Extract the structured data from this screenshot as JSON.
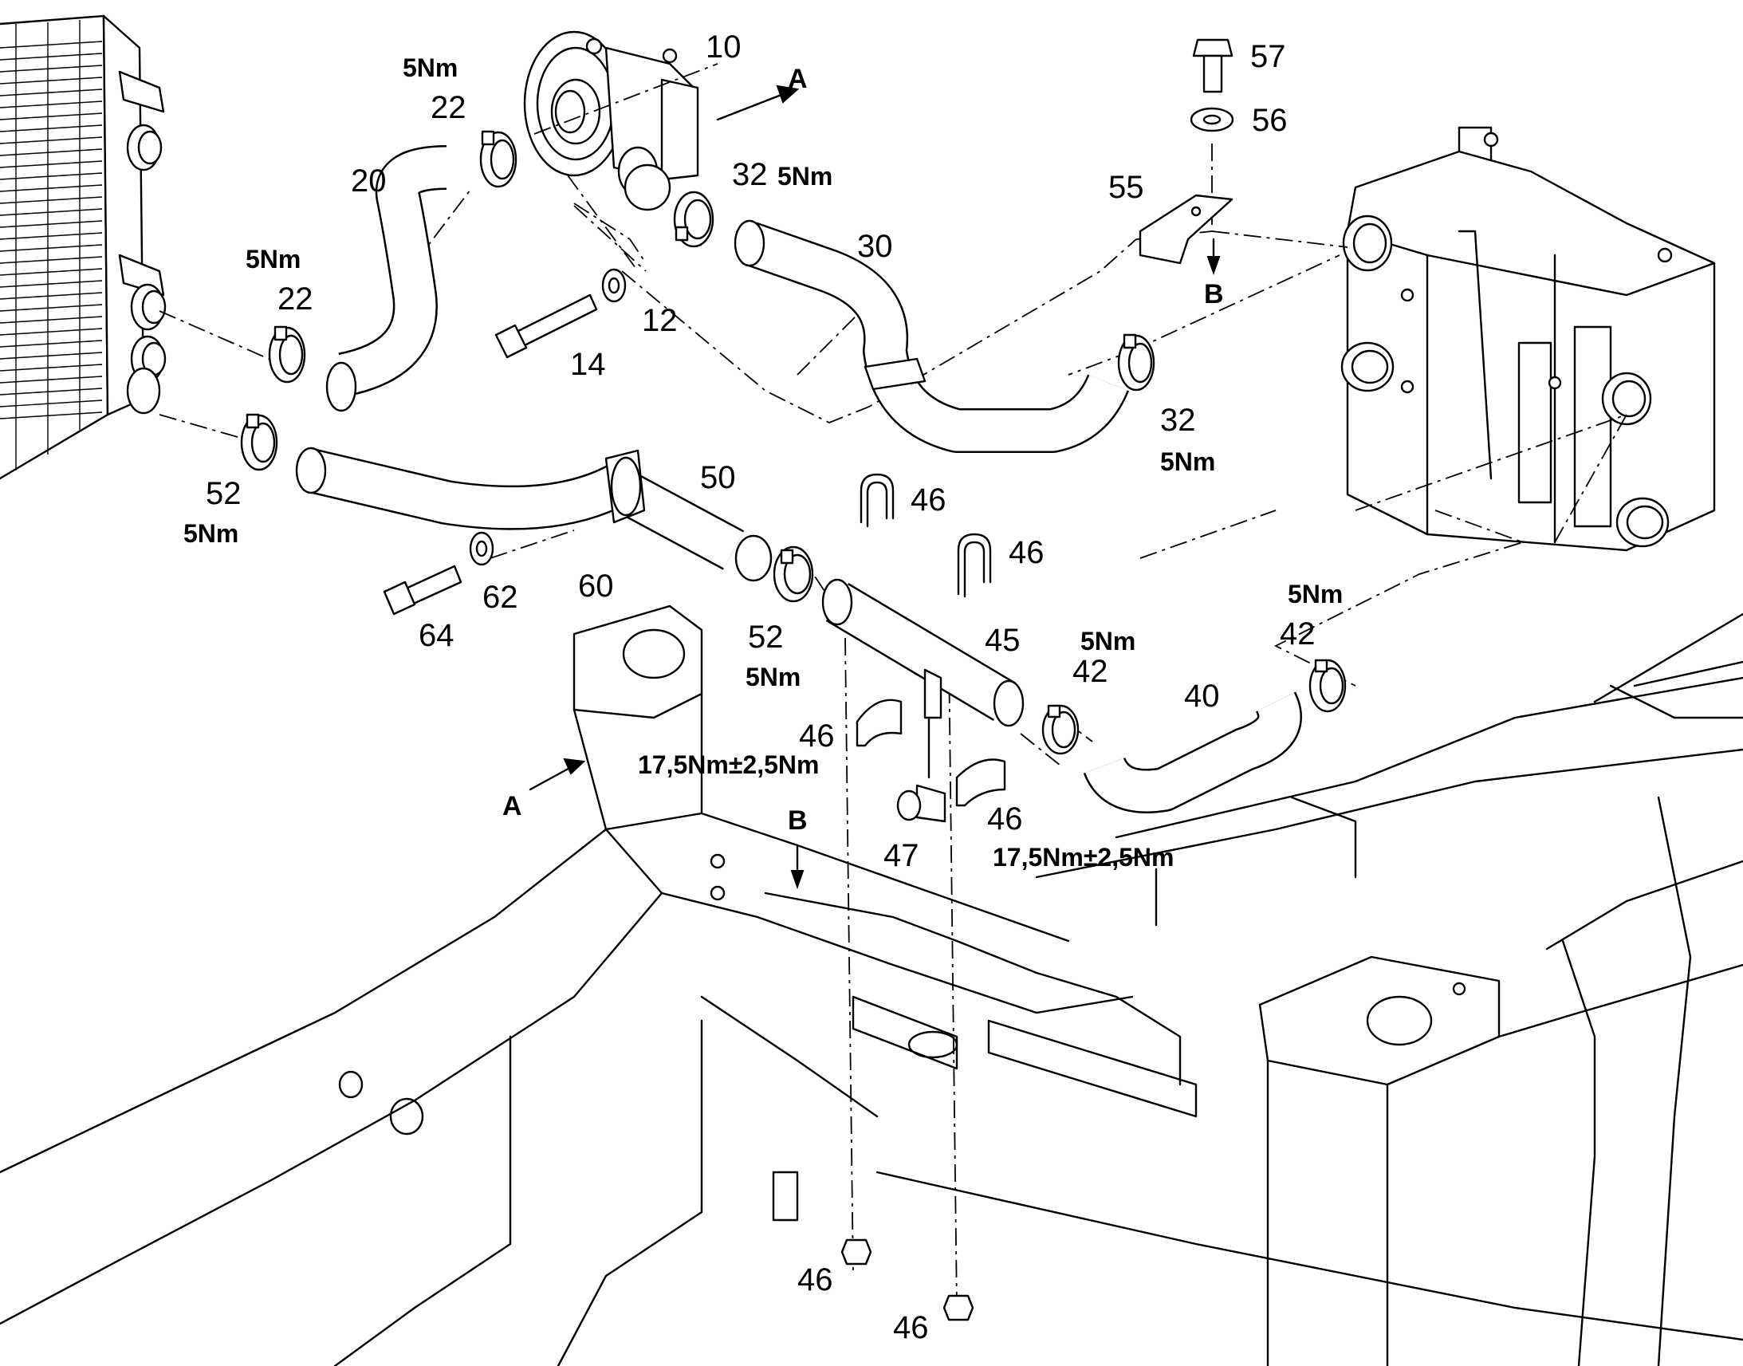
{
  "labels": {
    "p10": "10",
    "p12": "12",
    "p14": "14",
    "p20": "20",
    "p22a": "22",
    "p22b": "22",
    "p30": "30",
    "p32a": "32",
    "p32b": "32",
    "p40": "40",
    "p42a": "42",
    "p42b": "42",
    "p45": "45",
    "p46a": "46",
    "p46b": "46",
    "p46c": "46",
    "p46d": "46",
    "p46e": "46",
    "p46f": "46",
    "p47": "47",
    "p50": "50",
    "p52a": "52",
    "p52b": "52",
    "p55": "55",
    "p56": "56",
    "p57": "57",
    "p60": "60",
    "p62": "62",
    "p64": "64"
  },
  "torques": {
    "t22a": "5Nm",
    "t22b": "5Nm",
    "t32a": "5Nm",
    "t32b": "5Nm",
    "t42a": "5Nm",
    "t42b": "5Nm",
    "t52a": "5Nm",
    "t52b": "5Nm",
    "t46a": "17,5Nm±2,5Nm",
    "t46b": "17,5Nm±2,5Nm"
  },
  "views": {
    "a_top": "A",
    "a_left": "A",
    "b_top": "B",
    "b_frame": "B"
  }
}
